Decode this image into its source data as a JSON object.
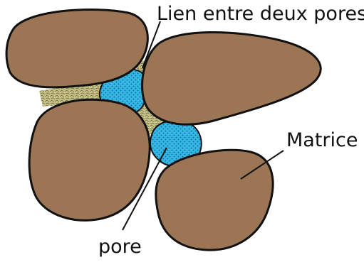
{
  "labels": {
    "link": "Lien entre deux pores",
    "matrix": "Matrice",
    "pore": "pore"
  },
  "colors": {
    "grain": "#9b7554",
    "outline": "#111111",
    "pore": "#35b7e6",
    "pore_dots": "#0e5f86",
    "link": "#c9c48a",
    "link_texture": "#6f6a3f",
    "background": "#ffffff"
  }
}
